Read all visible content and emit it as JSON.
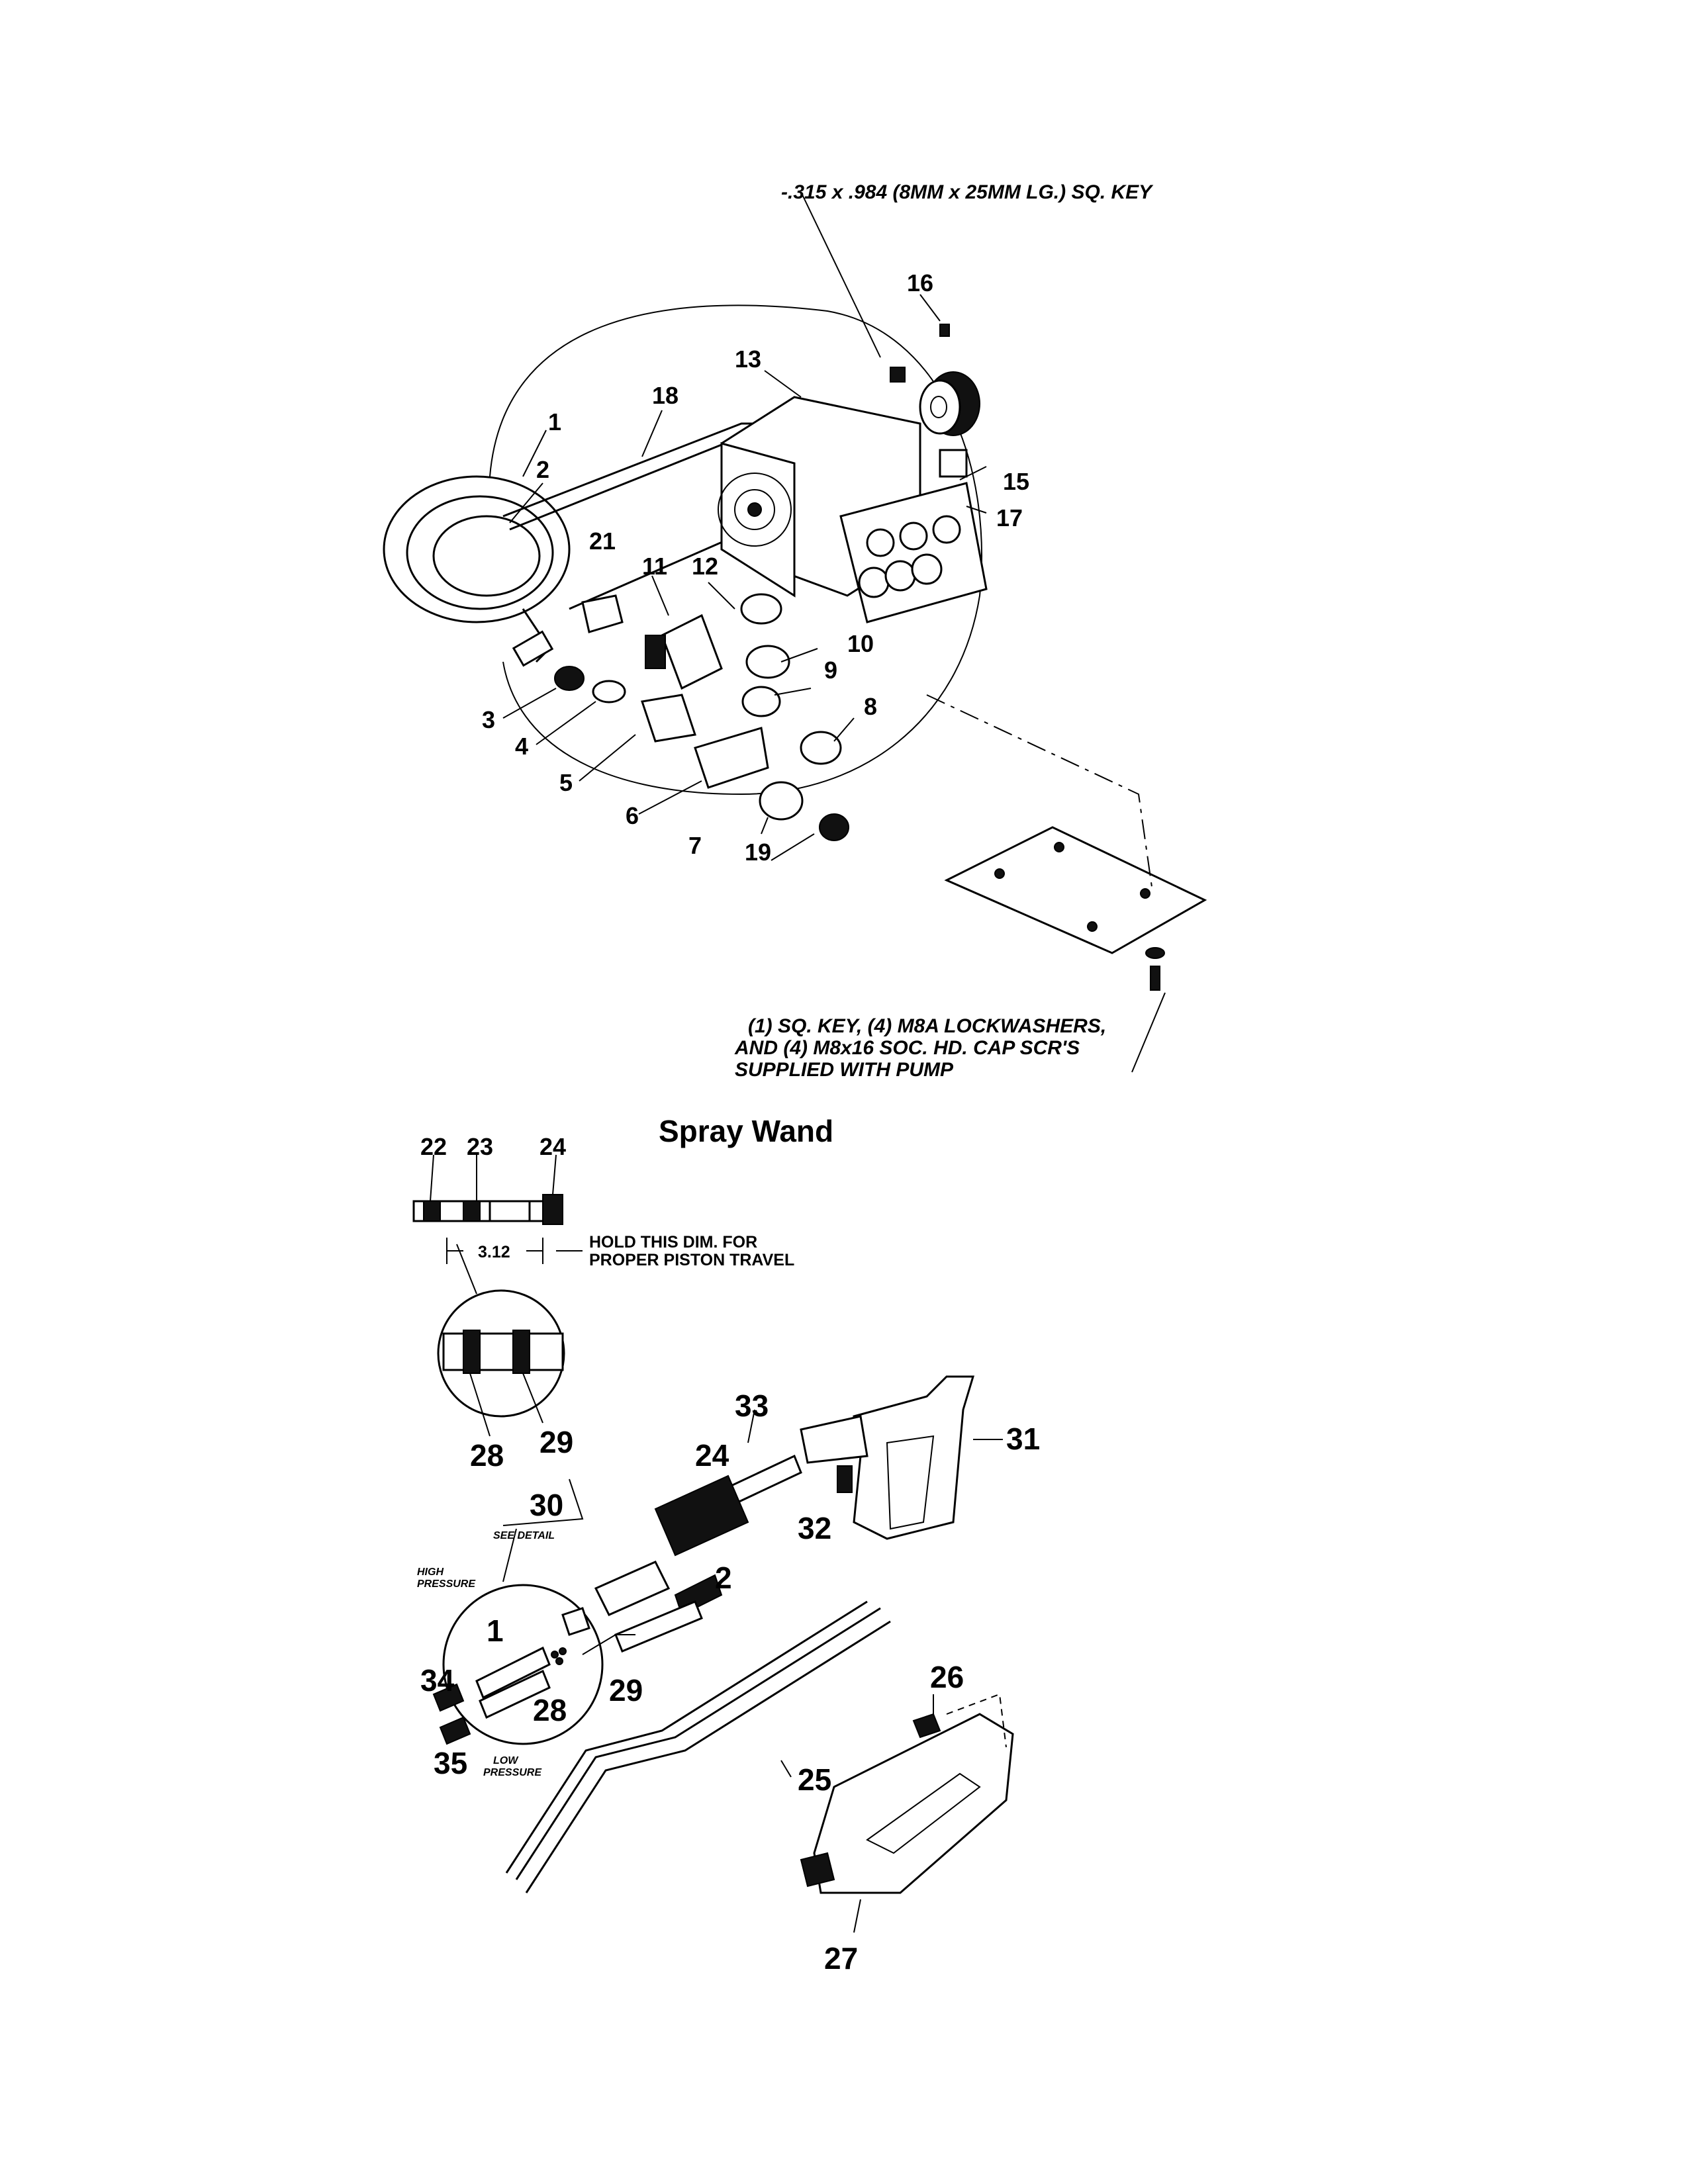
{
  "pump_section": {
    "key_note": "-.315 x .984 (8MM x 25MM LG.) SQ. KEY",
    "supplied_note": [
      "(1) SQ. KEY, (4) M8A LOCKWASHERS,",
      "AND (4) M8x16 SOC. HD. CAP SCR'S",
      "SUPPLIED WITH PUMP"
    ],
    "callouts": [
      "1",
      "2",
      "3",
      "4",
      "5",
      "6",
      "7",
      "8",
      "9",
      "10",
      "11",
      "12",
      "13",
      "15",
      "16",
      "17",
      "18",
      "19",
      "21"
    ]
  },
  "spray_wand_section": {
    "title": "Spray Wand",
    "dimension_value": "3.12",
    "dimension_note": [
      "HOLD THIS DIM. FOR",
      "PROPER PISTON TRAVEL"
    ],
    "see_detail": "SEE DETAIL",
    "high_pressure": [
      "HIGH",
      "PRESSURE"
    ],
    "low_pressure": [
      "LOW",
      "PRESSURE"
    ],
    "callouts": [
      "1",
      "2",
      "22",
      "23",
      "24",
      "24",
      "25",
      "26",
      "27",
      "28",
      "28",
      "29",
      "29",
      "30",
      "31",
      "32",
      "33",
      "34",
      "35"
    ]
  }
}
